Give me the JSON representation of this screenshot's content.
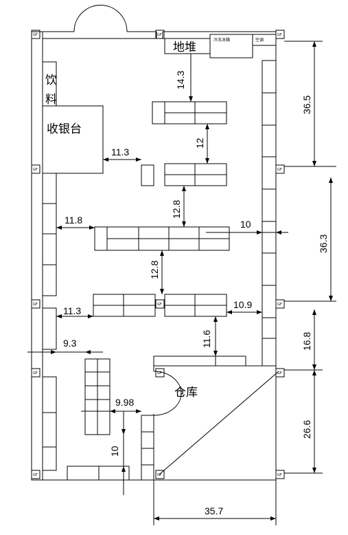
{
  "rooms": {
    "beverage": "饮料",
    "cashier": "收银台",
    "floor_stack": "地堆",
    "warehouse": "仓库",
    "fridge": "冷冻冰箱",
    "ac": "空调"
  },
  "column_label": "GF",
  "dimensions": {
    "d_14_3": "14.3",
    "d_11_3a": "11.3",
    "d_12": "12",
    "d_12_8a": "12.8",
    "d_11_8": "11.8",
    "d_10a": "10",
    "d_12_8b": "12.8",
    "d_11_3b": "11.3",
    "d_10_9": "10.9",
    "d_11_6": "11.6",
    "d_9_3": "9.3",
    "d_9_98": "9.98",
    "d_10b": "10",
    "d_36_5": "36.5",
    "d_36_3": "36.3",
    "d_16_8": "16.8",
    "d_26_6": "26.6",
    "d_35_7": "35.7"
  }
}
